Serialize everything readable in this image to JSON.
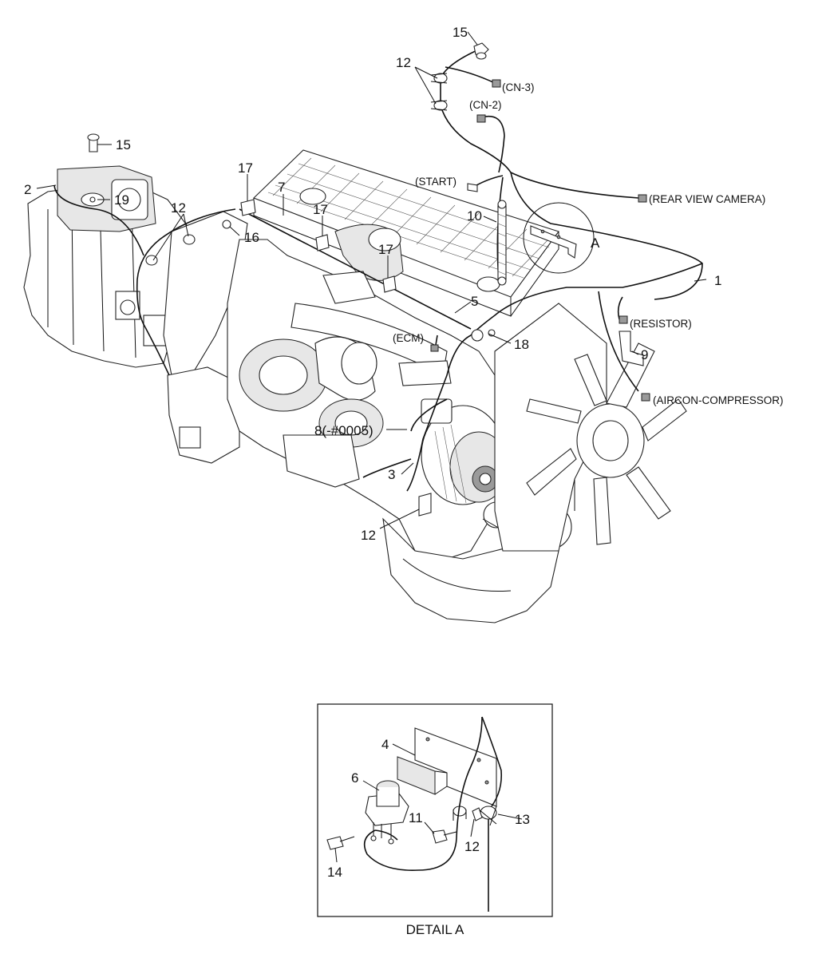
{
  "callouts": {
    "c1": "1",
    "c2": "2",
    "c3": "3",
    "c4": "4",
    "c5": "5",
    "c6": "6",
    "c7": "7",
    "c8": "8(-#0005)",
    "c9": "9",
    "c10": "10",
    "c11": "11",
    "c12a": "12",
    "c12b": "12",
    "c12c": "12",
    "c12d": "12",
    "c13": "13",
    "c14": "14",
    "c15a": "15",
    "c15b": "15",
    "c16": "16",
    "c17a": "17",
    "c17b": "17",
    "c17c": "17",
    "c18": "18",
    "c19": "19",
    "detail_ref": "A"
  },
  "connectors": {
    "cn3": "(CN-3)",
    "cn2": "(CN-2)",
    "start": "(START)",
    "rear_view_camera": "(REAR VIEW CAMERA)",
    "resistor": "(RESISTOR)",
    "ecm": "(ECM)",
    "aircon_compressor": "(AIRCON-COMPRESSOR)"
  },
  "detail": {
    "caption": "DETAIL A"
  },
  "colors": {
    "line": "#111111",
    "background": "#ffffff"
  }
}
